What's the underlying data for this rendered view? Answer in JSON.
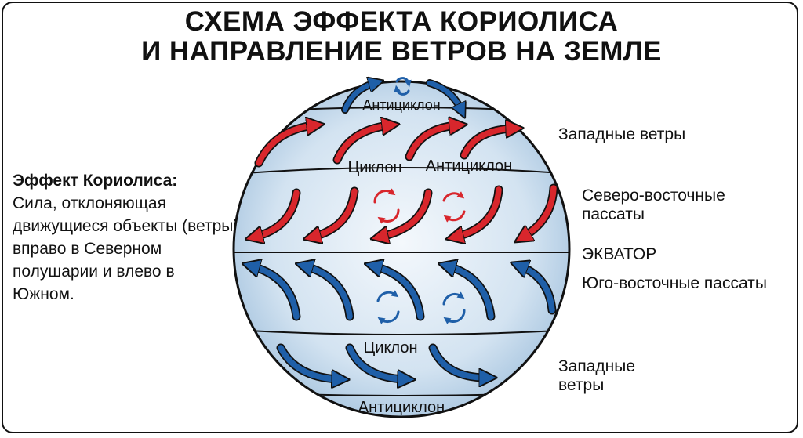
{
  "title": {
    "line1": "СХЕМА ЭФФЕКТА КОРИОЛИСА",
    "line2": "И НАПРАВЛЕНИЕ ВЕТРОВ НА ЗЕМЛЕ"
  },
  "side_text": {
    "heading": "Эффект Кориолиса:",
    "body": "Сила, отклоняющая движущиеся объекты (ветры) вправо в Северном полушарии и влево в Южном."
  },
  "right_labels": {
    "westerlies_north": "Западные ветры",
    "ne_trades": "Северо-восточные пассаты",
    "equator": "ЭКВАТОР",
    "se_trades": "Юго-восточные пассаты",
    "westerlies_south": "Западные ветры"
  },
  "globe_labels": {
    "anticyclone_top": "Антициклон",
    "cyclone_north": "Циклон",
    "anticyclone_north": "Антициклон",
    "cyclone_south": "Циклон",
    "anticyclone_bottom": "Антициклон"
  },
  "colors": {
    "red_arrow": "#d8262c",
    "blue_arrow": "#1f5fa8",
    "globe_light": "#f4f8fc",
    "globe_dark": "#a9c6e0",
    "outline": "#111111"
  }
}
